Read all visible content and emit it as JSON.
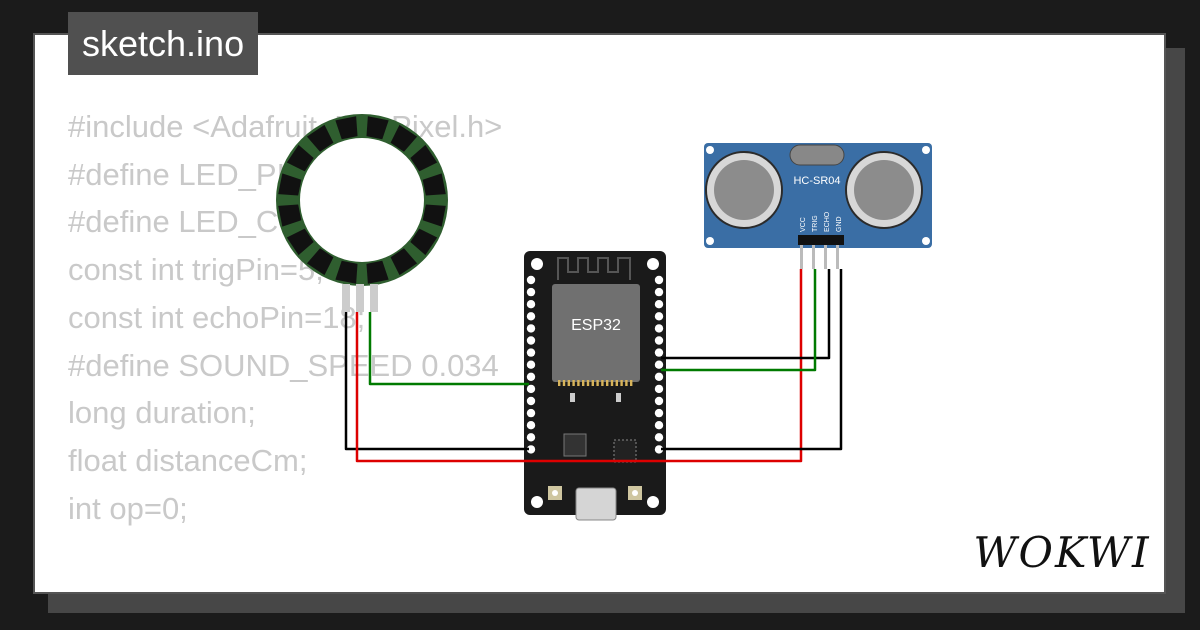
{
  "window": {
    "title": "sketch.ino"
  },
  "code_lines": [
    "#include <Adafruit_NeoPixel.h>",
    "#define LED_PIN 26",
    "#define LED_COUNT 16",
    "const int trigPin=5;",
    "const int echoPin=18;",
    "#define SOUND_SPEED 0.034",
    "long duration;",
    "float distanceCm;",
    "int op=0;"
  ],
  "components": {
    "mcu": {
      "label": "ESP32"
    },
    "sensor": {
      "label": "HC-SR04",
      "pins": [
        "VCC",
        "TRIG",
        "ECHO",
        "GND"
      ]
    },
    "led_ring": {
      "led_count": 16
    }
  },
  "brand": {
    "logo_text": "WOKWI"
  },
  "colors": {
    "board": "#1a1a1a",
    "sensor_board": "#3a6ea5",
    "wire_red": "#dd0000",
    "wire_green": "#007a00",
    "wire_black": "#000000",
    "ring_led": "#2f5e2f"
  }
}
